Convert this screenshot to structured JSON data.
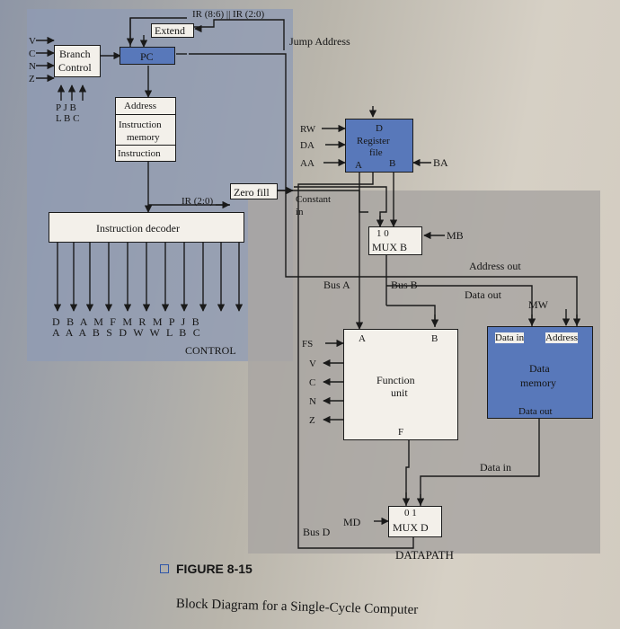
{
  "labels": {
    "extend": "Extend",
    "ir_extend": "IR (8:6) || IR (2:0)",
    "branch_control_1": "Branch",
    "branch_control_2": "Control",
    "pc": "PC",
    "jump_address": "Jump Address",
    "vczn": [
      "V",
      "C",
      "N",
      "Z"
    ],
    "pjb": "P J B",
    "lbc": "L B C",
    "im_address": "Address",
    "im_body_1": "Instruction",
    "im_body_2": "memory",
    "im_instruction": "Instruction",
    "rw": "RW",
    "da": "DA",
    "aa": "AA",
    "rf_d": "D",
    "rf_title_1": "Register",
    "rf_title_2": "file",
    "rf_a": "A",
    "rf_b": "B",
    "ba": "BA",
    "zero_fill": "Zero fill",
    "ir_20": "IR (2:0)",
    "constant_1": "Constant",
    "constant_2": "in",
    "decoder": "Instruction decoder",
    "muxb_inputs": "1 0",
    "muxb": "MUX B",
    "mb": "MB",
    "address_out": "Address out",
    "bus_a": "Bus A",
    "bus_b": "Bus B",
    "data_out_bus": "Data out",
    "mw": "MW",
    "ctrl_top": "D B A M F M R M P J B",
    "ctrl_bottom": "A A A B S D W W L B C",
    "control": "CONTROL",
    "fs": "FS",
    "status": [
      "V",
      "C",
      "N",
      "Z"
    ],
    "fu_a": "A",
    "fu_b": "B",
    "fu_title_1": "Function",
    "fu_title_2": "unit",
    "fu_f": "F",
    "dm_data_in": "Data in",
    "dm_address": "Address",
    "dm_title_1": "Data",
    "dm_title_2": "memory",
    "dm_data_out": "Data out",
    "data_in_wire": "Data in",
    "md": "MD",
    "muxd_inputs": "0 1",
    "muxd": "MUX D",
    "bus_d": "Bus D",
    "datapath": "DATAPATH",
    "figure_label": "FIGURE 8-15",
    "figure_caption": "Block Diagram for a Single-Cycle Computer"
  },
  "colors": {
    "block_blue": "#5878ba",
    "datapath_region": "#a9a6a2",
    "control_region": "#8f9bb4",
    "box_fill": "#f3f0ea"
  }
}
